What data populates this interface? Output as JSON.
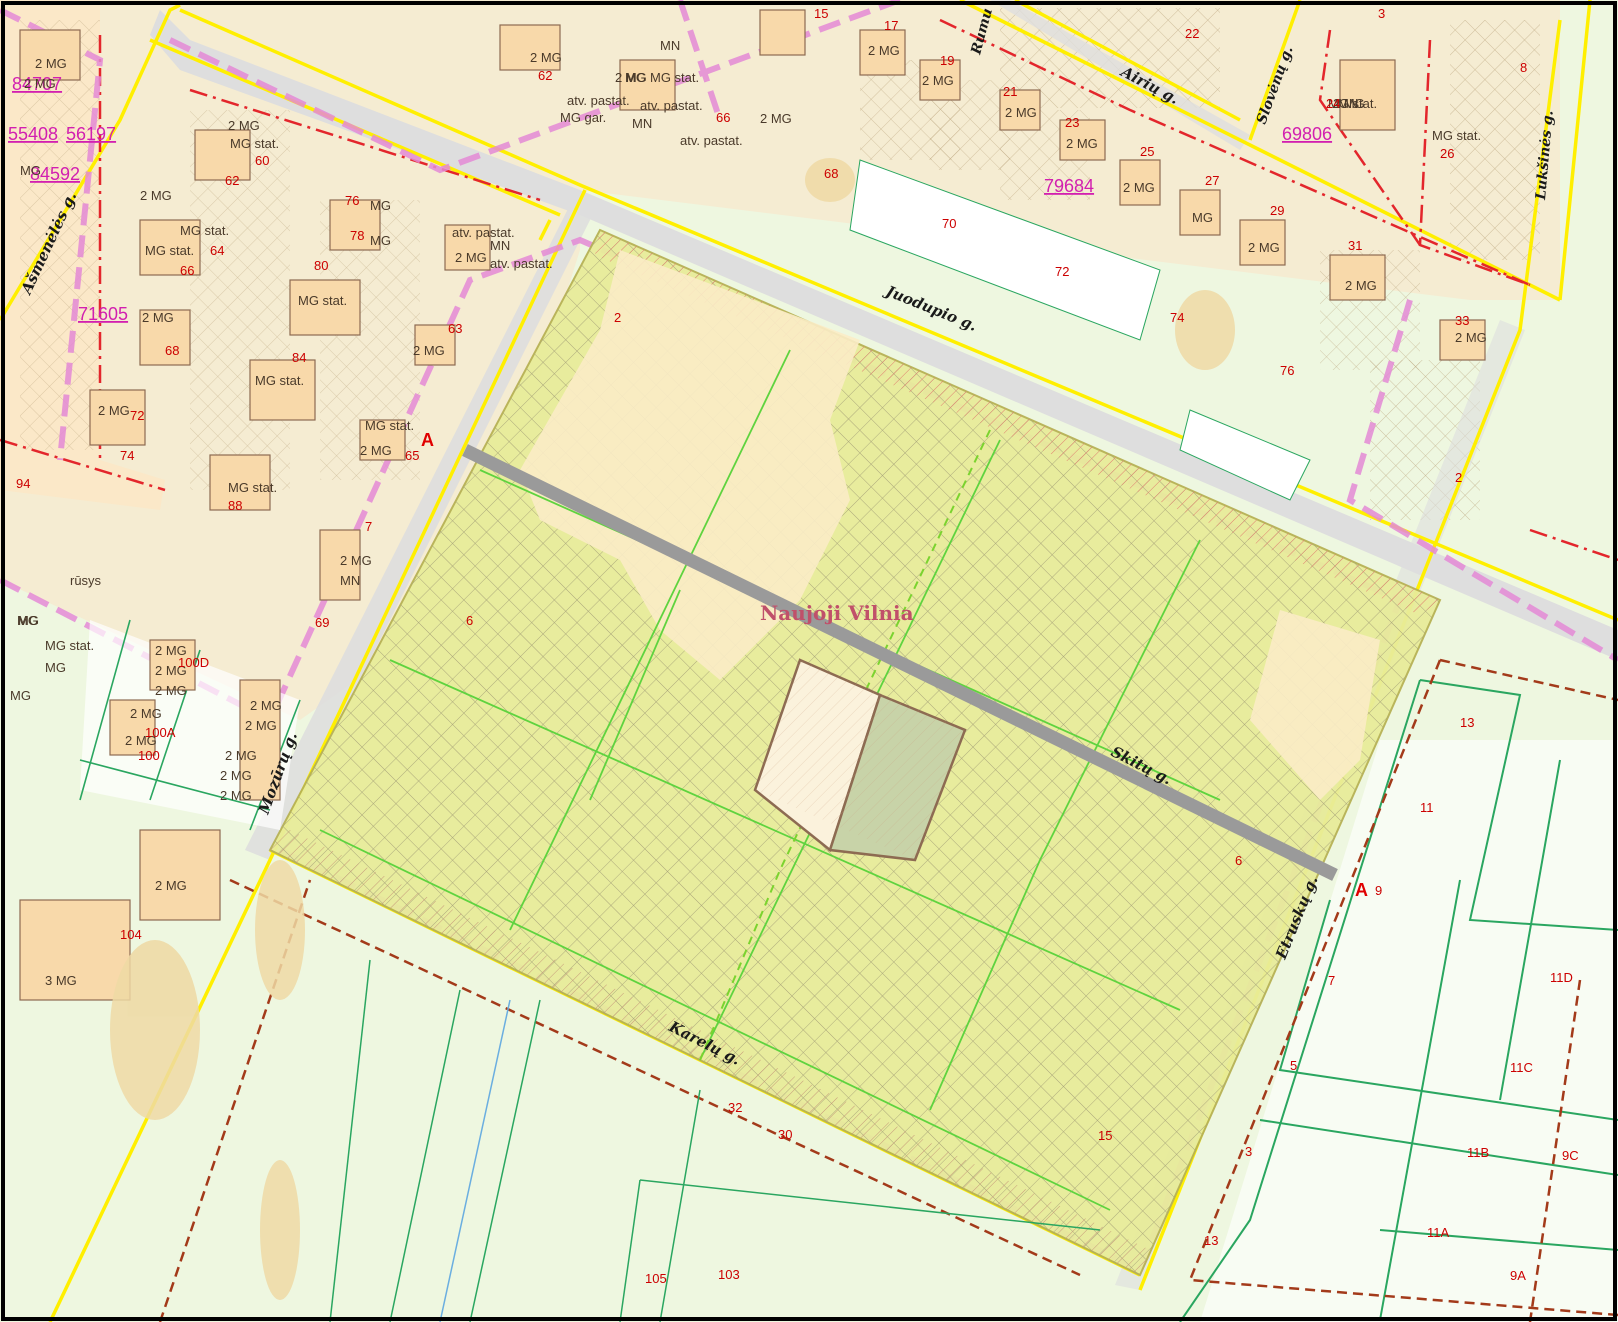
{
  "map": {
    "place_name": "Naujoji Vilnia",
    "section_markers": [
      {
        "label": "A"
      },
      {
        "label": "A"
      }
    ],
    "colors": {
      "background": "#eef7e0",
      "frame": "#000000",
      "project_area": "#e8ec9a",
      "residential": "#fbe8c8",
      "building": "#f8d9aa",
      "street_edge": "#ffef00",
      "street_fill": "#dedede",
      "project_road": "#9a9a9a",
      "boundary_pink": "#e48ad6",
      "red_line": "#e3262c",
      "plot_green": "#2aa660",
      "house_number": "#cc0000",
      "parcel_id": "#d21fb0"
    },
    "streets": [
      {
        "name": "Juodupio g."
      },
      {
        "name": "Skitų g."
      },
      {
        "name": "Karelų g."
      },
      {
        "name": "Etruskų g."
      },
      {
        "name": "Mozūrų g."
      },
      {
        "name": "Ašmenėlės g."
      },
      {
        "name": "Airių g."
      },
      {
        "name": "Slovėnų g."
      },
      {
        "name": "Lukšinės g."
      },
      {
        "name": "Rumu"
      }
    ],
    "parcel_ids": [
      "84707",
      "55408",
      "56197",
      "84592",
      "71605",
      "69806",
      "79684"
    ],
    "building_labels": [
      "2 MG",
      "2 MG",
      "MG",
      "2 MG",
      "2 MG",
      "MN",
      "MG",
      "MG stat.",
      "atv. pastat.",
      "atv. pastat.",
      "MG gar.",
      "MN",
      "atv. pastat.",
      "2 MG",
      "2 MG",
      "2 MG",
      "2 MG",
      "2 MG",
      "2 MG",
      "MG",
      "2 MG",
      "2 MG",
      "MN",
      "MG stat.",
      "2 MG",
      "MG stat.",
      "2 MG",
      "MG stat.",
      "MG stat.",
      "MG stat.",
      "2 MG",
      "2 MG",
      "2 MG",
      "2 MG",
      "MG",
      "MG",
      "2 MG",
      "MN",
      "atv. pastat.",
      "atv. pastat.",
      "MG stat.",
      "MG stat.",
      "2 MG",
      "MG stat.",
      "2 MG",
      "MG stat.",
      "2 MG",
      "MN",
      "rūsys",
      "MG",
      "MG stat.",
      "MG",
      "MG",
      "2 MG",
      "2 MG",
      "2 MG",
      "2 MG",
      "2 MG",
      "2 MG",
      "2 MG",
      "2 MG",
      "2 MG",
      "2 MG",
      "2 MG",
      "3 MG",
      "MG"
    ],
    "house_numbers": [
      "15",
      "17",
      "19",
      "21",
      "23",
      "25",
      "27",
      "29",
      "31",
      "33",
      "22",
      "3",
      "8",
      "24",
      "26",
      "60",
      "62",
      "64",
      "66",
      "68",
      "72",
      "74",
      "76",
      "78",
      "80",
      "84",
      "88",
      "94",
      "62",
      "66",
      "68",
      "70",
      "72",
      "74",
      "76",
      "2",
      "2",
      "63",
      "65",
      "7",
      "69",
      "6",
      "6",
      "15",
      "100D",
      "100A",
      "100",
      "104",
      "13",
      "11",
      "9",
      "7",
      "5",
      "3",
      "13",
      "11D",
      "11C",
      "11B",
      "9C",
      "11A",
      "9A",
      "32",
      "30",
      "105",
      "103"
    ]
  }
}
